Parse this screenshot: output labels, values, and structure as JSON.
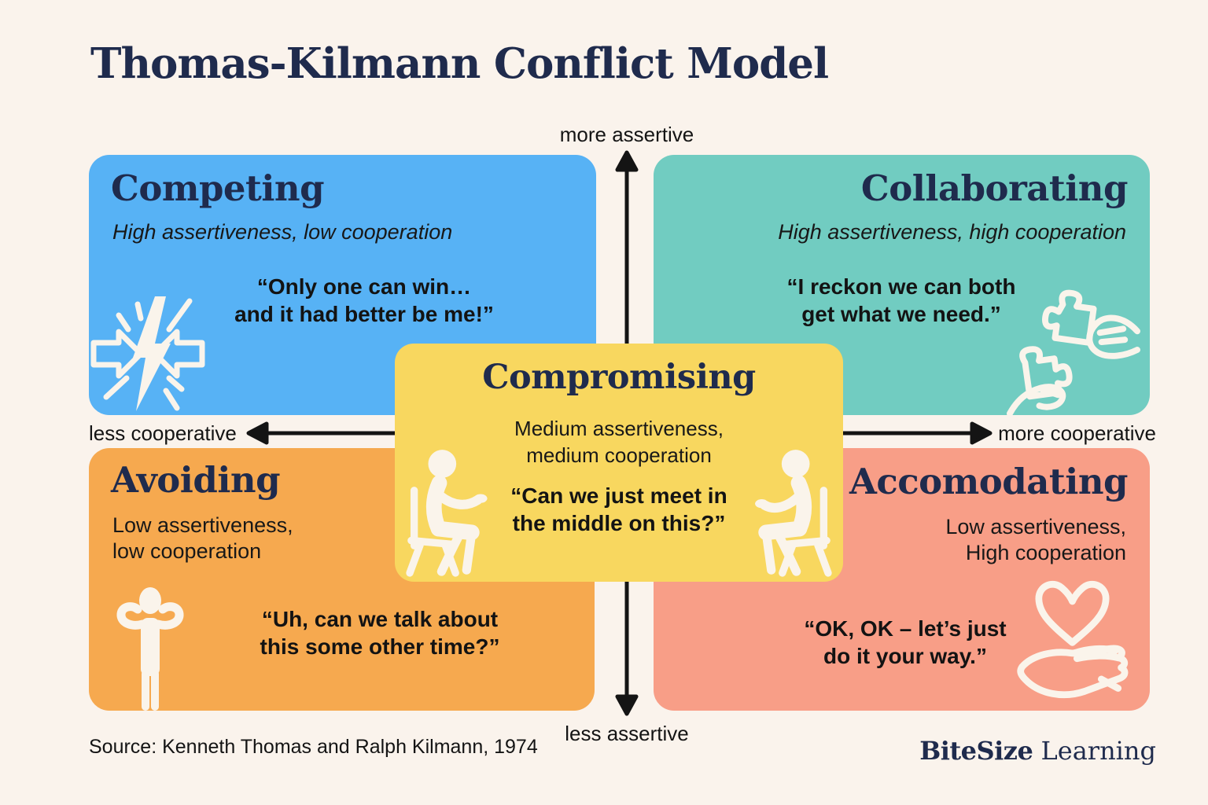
{
  "title": "Thomas-Kilmann Conflict Model",
  "axes": {
    "top": "more assertive",
    "bottom": "less assertive",
    "left": "less cooperative",
    "right": "more cooperative"
  },
  "quadrants": {
    "competing": {
      "title": "Competing",
      "subtitle": "High assertiveness, low cooperation",
      "quote": "“Only one can win…\nand it had better be me!”",
      "icon": "collision-arrows-icon",
      "color": "#57B2F5"
    },
    "collaborating": {
      "title": "Collaborating",
      "subtitle": "High assertiveness, high cooperation",
      "quote": "“I reckon we can both\nget what we need.”",
      "icon": "puzzle-hands-icon",
      "color": "#71CCC1"
    },
    "avoiding": {
      "title": "Avoiding",
      "subtitle": "Low assertiveness,\nlow cooperation",
      "quote": "“Uh, can we talk about\nthis some other time?”",
      "icon": "person-arms-behind-head-icon",
      "color": "#F6A94F"
    },
    "accommodating": {
      "title": "Accomodating",
      "subtitle": "Low assertiveness,\nHigh cooperation",
      "quote": "“OK, OK – let’s just\ndo it your way.”",
      "icon": "heart-in-hand-icon",
      "color": "#F89E87"
    }
  },
  "center": {
    "title": "Compromising",
    "subtitle": "Medium assertiveness,\nmedium cooperation",
    "quote": "“Can we just meet in\nthe middle on this?”",
    "icons": [
      "seated-person-facing-right-icon",
      "seated-person-facing-left-icon"
    ],
    "color": "#F8D75F"
  },
  "footer": {
    "source": "Source: Kenneth Thomas and Ralph Kilmann, 1974",
    "logo_bold": "BiteSize",
    "logo_regular": "Learning"
  },
  "colors": {
    "background": "#FAF3EC",
    "heading_navy": "#1F2B4D",
    "body_text": "#141414",
    "icon_cream": "#FAF4EB",
    "arrow_black": "#141414"
  }
}
